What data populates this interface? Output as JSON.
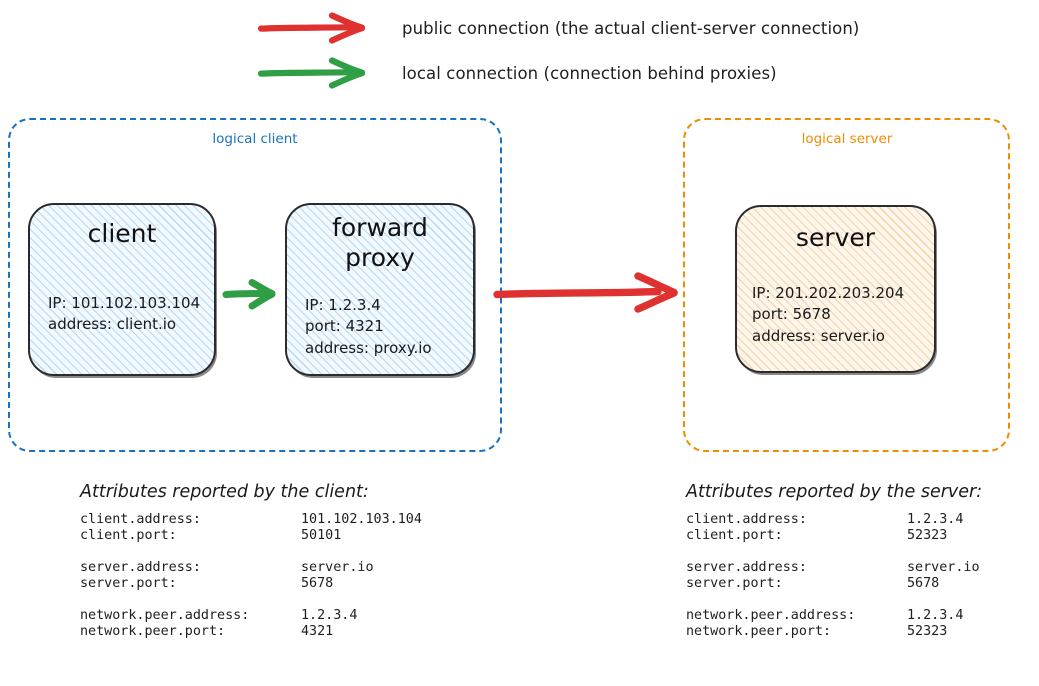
{
  "legend": {
    "items": [
      {
        "icon": "arrow-right-icon",
        "color": "#e03131",
        "label": "public connection (the actual client-server connection)"
      },
      {
        "icon": "arrow-right-icon",
        "color": "#2f9e44",
        "label": "local connection (connection behind proxies)"
      }
    ]
  },
  "colors": {
    "public_arrow": "#e03131",
    "local_arrow": "#2f9e44",
    "logical_client_border": "#1971c2",
    "logical_server_border": "#f08c00",
    "node_border": "#2b2b2b",
    "client_fill": "#f2f9ff",
    "server_fill": "#fdf6ec"
  },
  "logical_client": {
    "label": "logical client",
    "nodes": [
      {
        "title": "client",
        "attrs": "IP: 101.102.103.104\naddress: client.io"
      },
      {
        "title": "forward\nproxy",
        "attrs": "IP: 1.2.3.4\nport: 4321\naddress: proxy.io"
      }
    ]
  },
  "logical_server": {
    "label": "logical server",
    "nodes": [
      {
        "title": "server",
        "attrs": "IP: 201.202.203.204\nport: 5678\naddress: server.io"
      }
    ]
  },
  "arrows": {
    "client_to_proxy": {
      "kind": "local",
      "color": "#2f9e44"
    },
    "proxy_to_server": {
      "kind": "public",
      "color": "#e03131"
    }
  },
  "attributes_client": {
    "title": "Attributes reported by the client:",
    "groups": [
      [
        {
          "key": "client.address:",
          "value": "101.102.103.104"
        },
        {
          "key": "client.port:",
          "value": "50101"
        }
      ],
      [
        {
          "key": "server.address:",
          "value": "server.io"
        },
        {
          "key": "server.port:",
          "value": "5678"
        }
      ],
      [
        {
          "key": "network.peer.address:",
          "value": "1.2.3.4"
        },
        {
          "key": "network.peer.port:",
          "value": "4321"
        }
      ]
    ]
  },
  "attributes_server": {
    "title": "Attributes reported by the server:",
    "groups": [
      [
        {
          "key": "client.address:",
          "value": "1.2.3.4"
        },
        {
          "key": "client.port:",
          "value": "52323"
        }
      ],
      [
        {
          "key": "server.address:",
          "value": "server.io"
        },
        {
          "key": "server.port:",
          "value": "5678"
        }
      ],
      [
        {
          "key": "network.peer.address:",
          "value": "1.2.3.4"
        },
        {
          "key": "network.peer.port:",
          "value": "52323"
        }
      ]
    ]
  }
}
